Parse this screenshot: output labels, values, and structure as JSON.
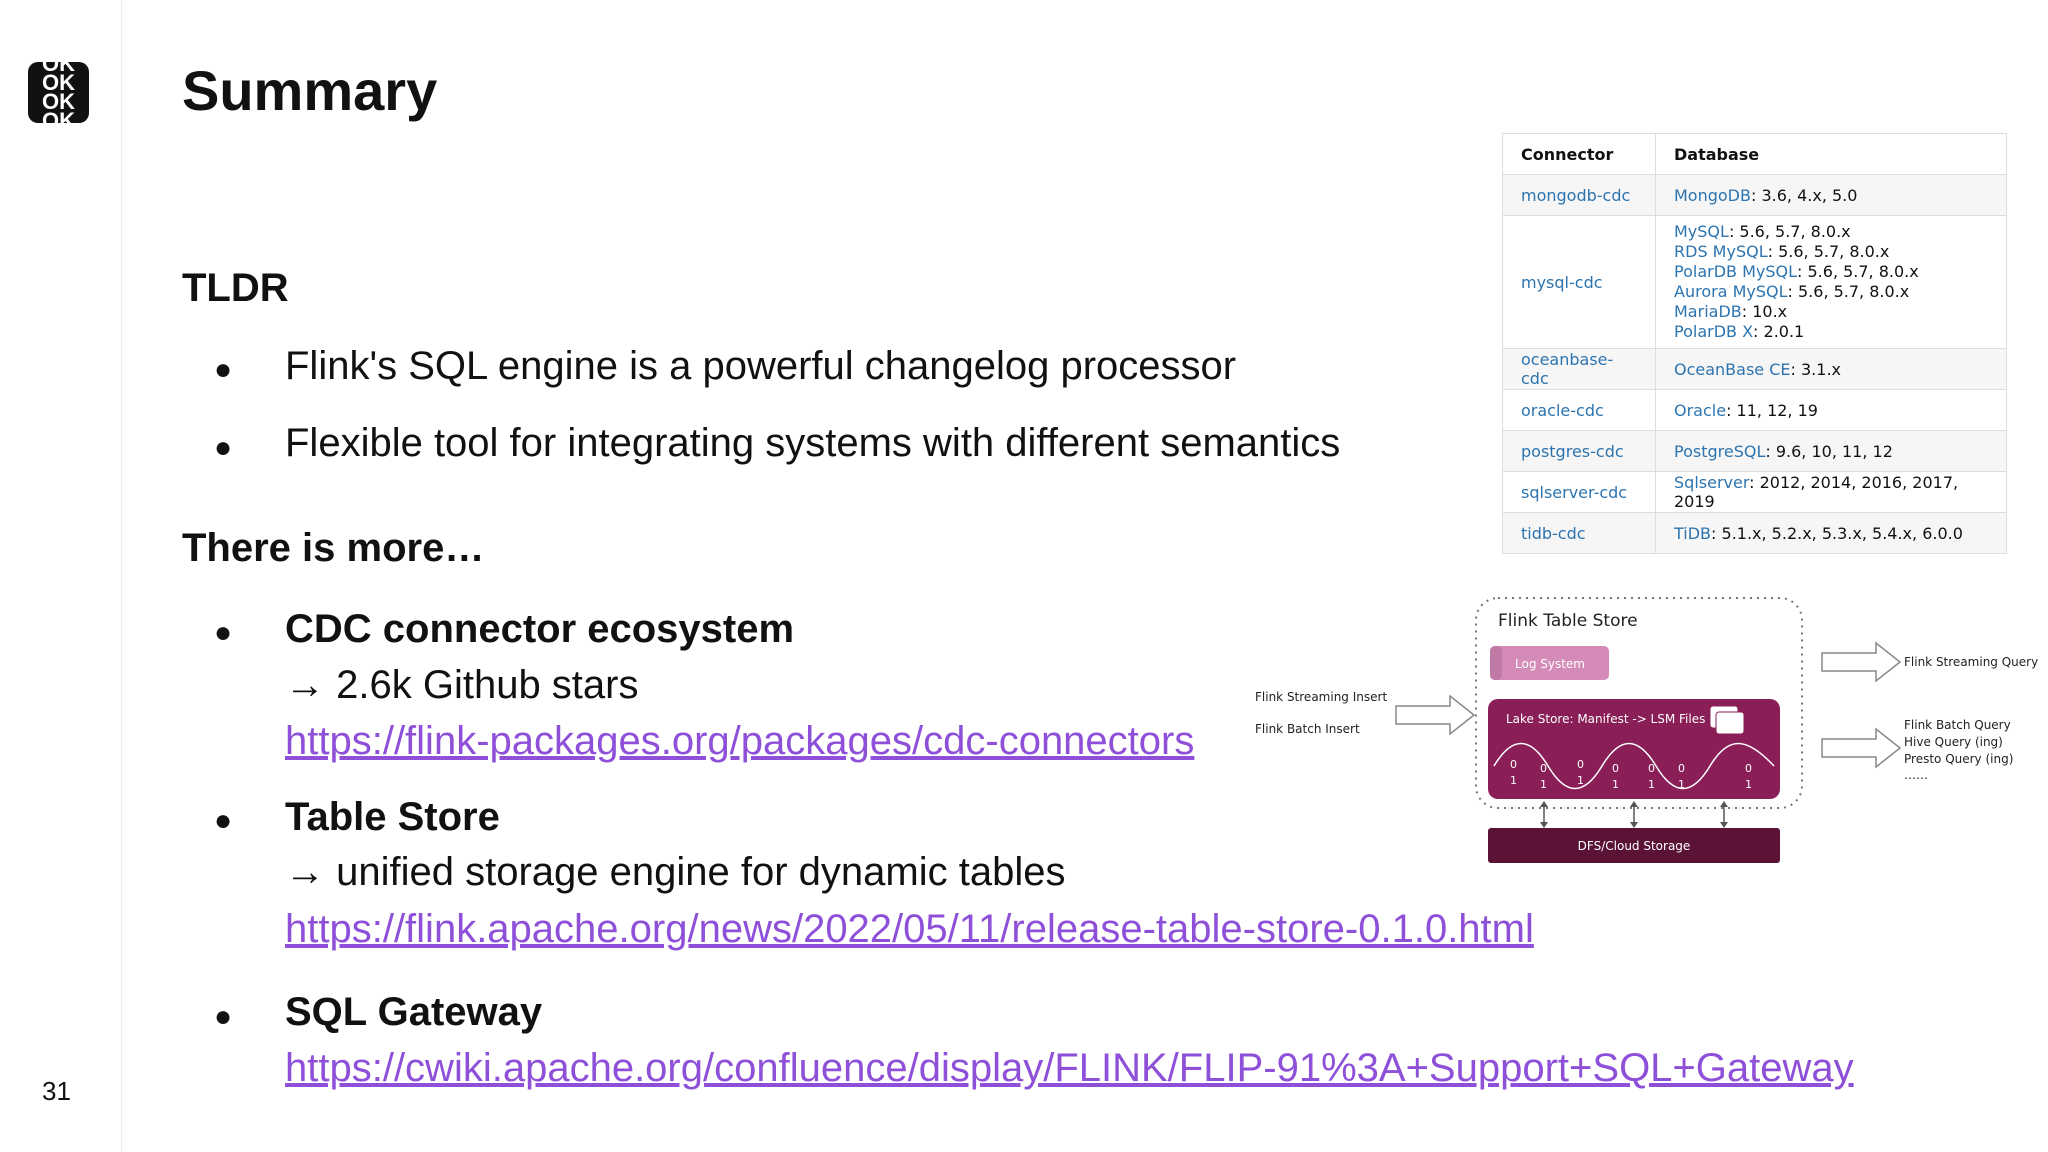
{
  "logo": {
    "lines": [
      "OK",
      "OK",
      "OK",
      "OK"
    ]
  },
  "page_number": "31",
  "title": "Summary",
  "tldr": {
    "heading": "TLDR",
    "bullets": [
      "Flink's SQL engine is a powerful changelog processor",
      "Flexible tool for integrating systems with different semantics"
    ]
  },
  "more": {
    "heading": "There is more…",
    "items": [
      {
        "title": "CDC connector ecosystem",
        "sub": "→ 2.6k Github stars",
        "link": "https://flink-packages.org/packages/cdc-connectors"
      },
      {
        "title": "Table Store",
        "sub": "→ unified storage engine for dynamic tables",
        "link": "https://flink.apache.org/news/2022/05/11/release-table-store-0.1.0.html"
      },
      {
        "title": "SQL Gateway",
        "link": "https://cwiki.apache.org/confluence/display/FLINK/FLIP-91%3A+Support+SQL+Gateway"
      }
    ]
  },
  "connector_table": {
    "headers": [
      "Connector",
      "Database"
    ],
    "rows": [
      {
        "connector": "mongodb-cdc",
        "dbs": [
          {
            "name": "MongoDB",
            "versions": ": 3.6, 4.x, 5.0"
          }
        ]
      },
      {
        "connector": "mysql-cdc",
        "dbs": [
          {
            "name": "MySQL",
            "versions": ": 5.6, 5.7, 8.0.x"
          },
          {
            "name": "RDS MySQL",
            "versions": ": 5.6, 5.7, 8.0.x"
          },
          {
            "name": "PolarDB MySQL",
            "versions": ": 5.6, 5.7, 8.0.x"
          },
          {
            "name": "Aurora MySQL",
            "versions": ": 5.6, 5.7, 8.0.x"
          },
          {
            "name": "MariaDB",
            "versions": ": 10.x"
          },
          {
            "name": "PolarDB X",
            "versions": ": 2.0.1"
          }
        ]
      },
      {
        "connector": "oceanbase-cdc",
        "dbs": [
          {
            "name": "OceanBase CE",
            "versions": ": 3.1.x"
          }
        ]
      },
      {
        "connector": "oracle-cdc",
        "dbs": [
          {
            "name": "Oracle",
            "versions": ": 11, 12, 19"
          }
        ]
      },
      {
        "connector": "postgres-cdc",
        "dbs": [
          {
            "name": "PostgreSQL",
            "versions": ": 9.6, 10, 11, 12"
          }
        ]
      },
      {
        "connector": "sqlserver-cdc",
        "dbs": [
          {
            "name": "Sqlserver",
            "versions": ": 2012, 2014, 2016, 2017, 2019"
          }
        ]
      },
      {
        "connector": "tidb-cdc",
        "dbs": [
          {
            "name": "TiDB",
            "versions": ": 5.1.x, 5.2.x, 5.3.x, 5.4.x, 6.0.0"
          }
        ]
      }
    ]
  },
  "diagram": {
    "box_title": "Flink Table Store",
    "log_system": "Log System",
    "lake_store": "Lake Store: Manifest -> LSM Files",
    "storage": "DFS/Cloud Storage",
    "input_streaming": "Flink Streaming Insert",
    "input_batch": "Flink Batch Insert",
    "out_streaming": "Flink Streaming Query",
    "out_batch_lines": [
      "Flink Batch Query",
      "Hive Query (ing)",
      "Presto Query (ing)",
      "……"
    ],
    "bits_top": [
      "0",
      "0",
      "0",
      "0",
      "0",
      "0",
      "0"
    ],
    "bits_bottom": [
      "1",
      "1",
      "1",
      "1",
      "1",
      "1",
      "1"
    ],
    "colors": {
      "log": "#d48bb8",
      "lake": "#8a1f57",
      "storage": "#5a1236"
    }
  }
}
